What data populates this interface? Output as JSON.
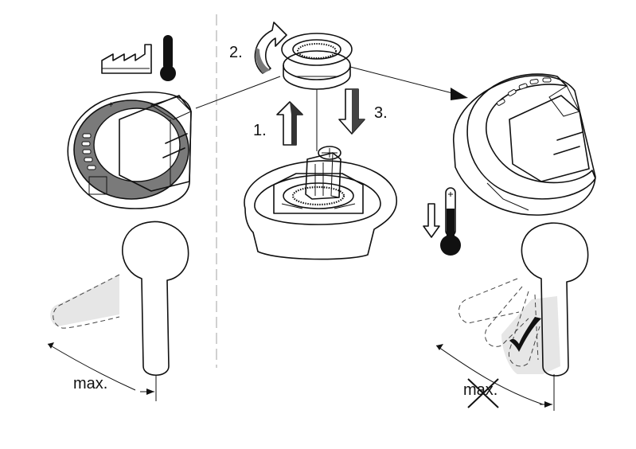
{
  "steps": {
    "step1": "1.",
    "step2": "2.",
    "step3": "3."
  },
  "labels": {
    "max_left": "max.",
    "max_right": "max."
  },
  "colors": {
    "line": "#111111",
    "dark_ring": "#7a7a7a",
    "shade": "#e6e6e6",
    "divider": "#bdbdbd"
  },
  "icons": {
    "factory": "factory-icon",
    "thermometer_hot": "thermometer-icon",
    "thermometer_cold": "thermometer-minus-icon",
    "rotate": "rotate-arrow-icon",
    "arrow_down": "arrow-down-icon"
  }
}
